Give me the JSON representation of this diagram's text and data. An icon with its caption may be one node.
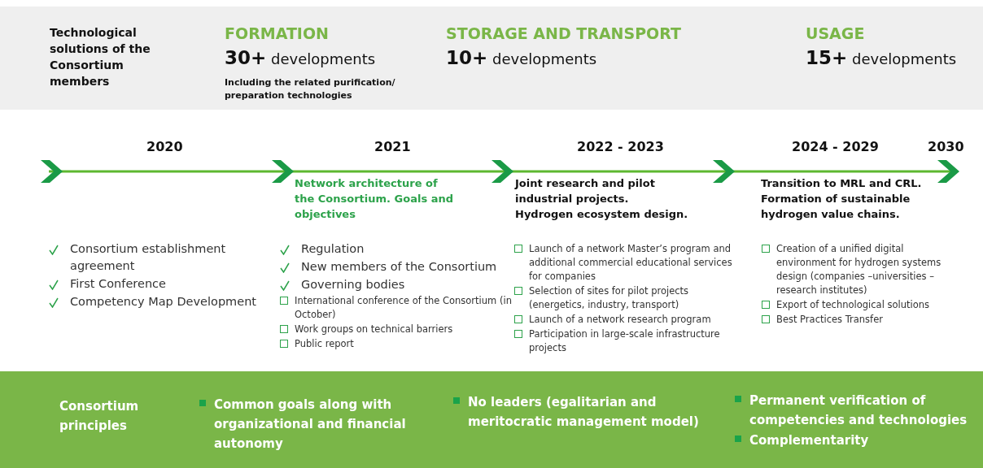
{
  "diagram": {
    "nodes": [
      {
        "text": [
          "Technological solutions of the Consortium members",
          "FORMATION",
          "**30+** developments",
          "Including the related purification/ preparation technologies",
          "STORAGE AND TRANSPORT",
          "**10+** developments",
          "USAGE",
          "**15+** developments"
        ]
      },
      {
        "text": [
          "Consortium principles",
          "Common goals along with organizational and financial autonomy",
          "No leaders (egalitarian and meritocratic management model)",
          "Permanent verification of competencies and technologies",
          "Complementarity"
        ]
      }
    ],
    "labels": [
      "2020",
      "2021",
      "2022 - 2023",
      "2024 - 2029",
      "2030",
      "Network architecture of the Consortium. Goals and objectives",
      "Joint research and pilot industrial projects. Hydrogen ecosystem design.",
      "Transition to MRL and CRL. Formation of sustainable hydrogen value chains.",
      "Consortium establishment agreement",
      "First Conference",
      "Competency Map Development",
      "Regulation",
      "New members of the Consortium",
      "Governing bodies",
      "International conference of the Consortium (in October)",
      "Work groups on technical barriers",
      "Public report",
      "Launch of a network Master’s program and additional commercial educational services for companies",
      "Selection of sites for pilot projects (energetics, industry, transport)",
      "Launch of a network research program",
      "Participation in large-scale infrastructure projects",
      "Creation of a unified digital environment for hydrogen systems design (companies –universities – research institutes)",
      "Export of technological solutions",
      "Best Practices Transfer"
    ]
  }
}
